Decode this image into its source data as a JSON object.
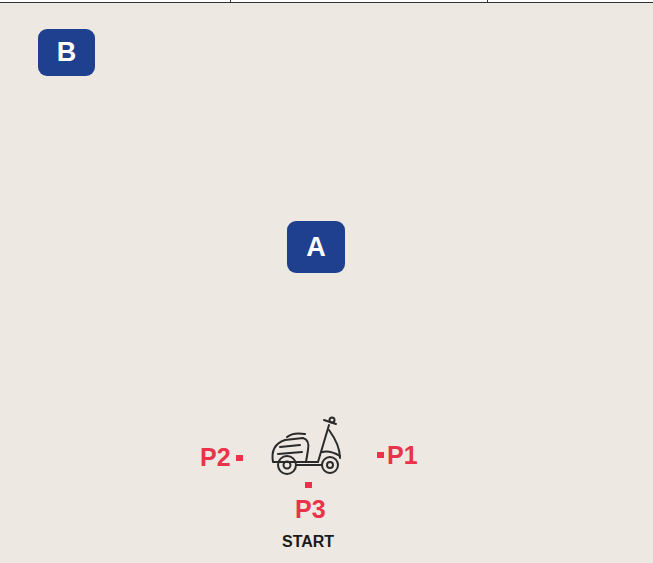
{
  "diagram": {
    "nodes": [
      {
        "text": [
          "B"
        ]
      },
      {
        "text": [
          "A"
        ]
      }
    ],
    "labels": [
      "P2",
      "P1",
      "P3",
      "START"
    ]
  }
}
